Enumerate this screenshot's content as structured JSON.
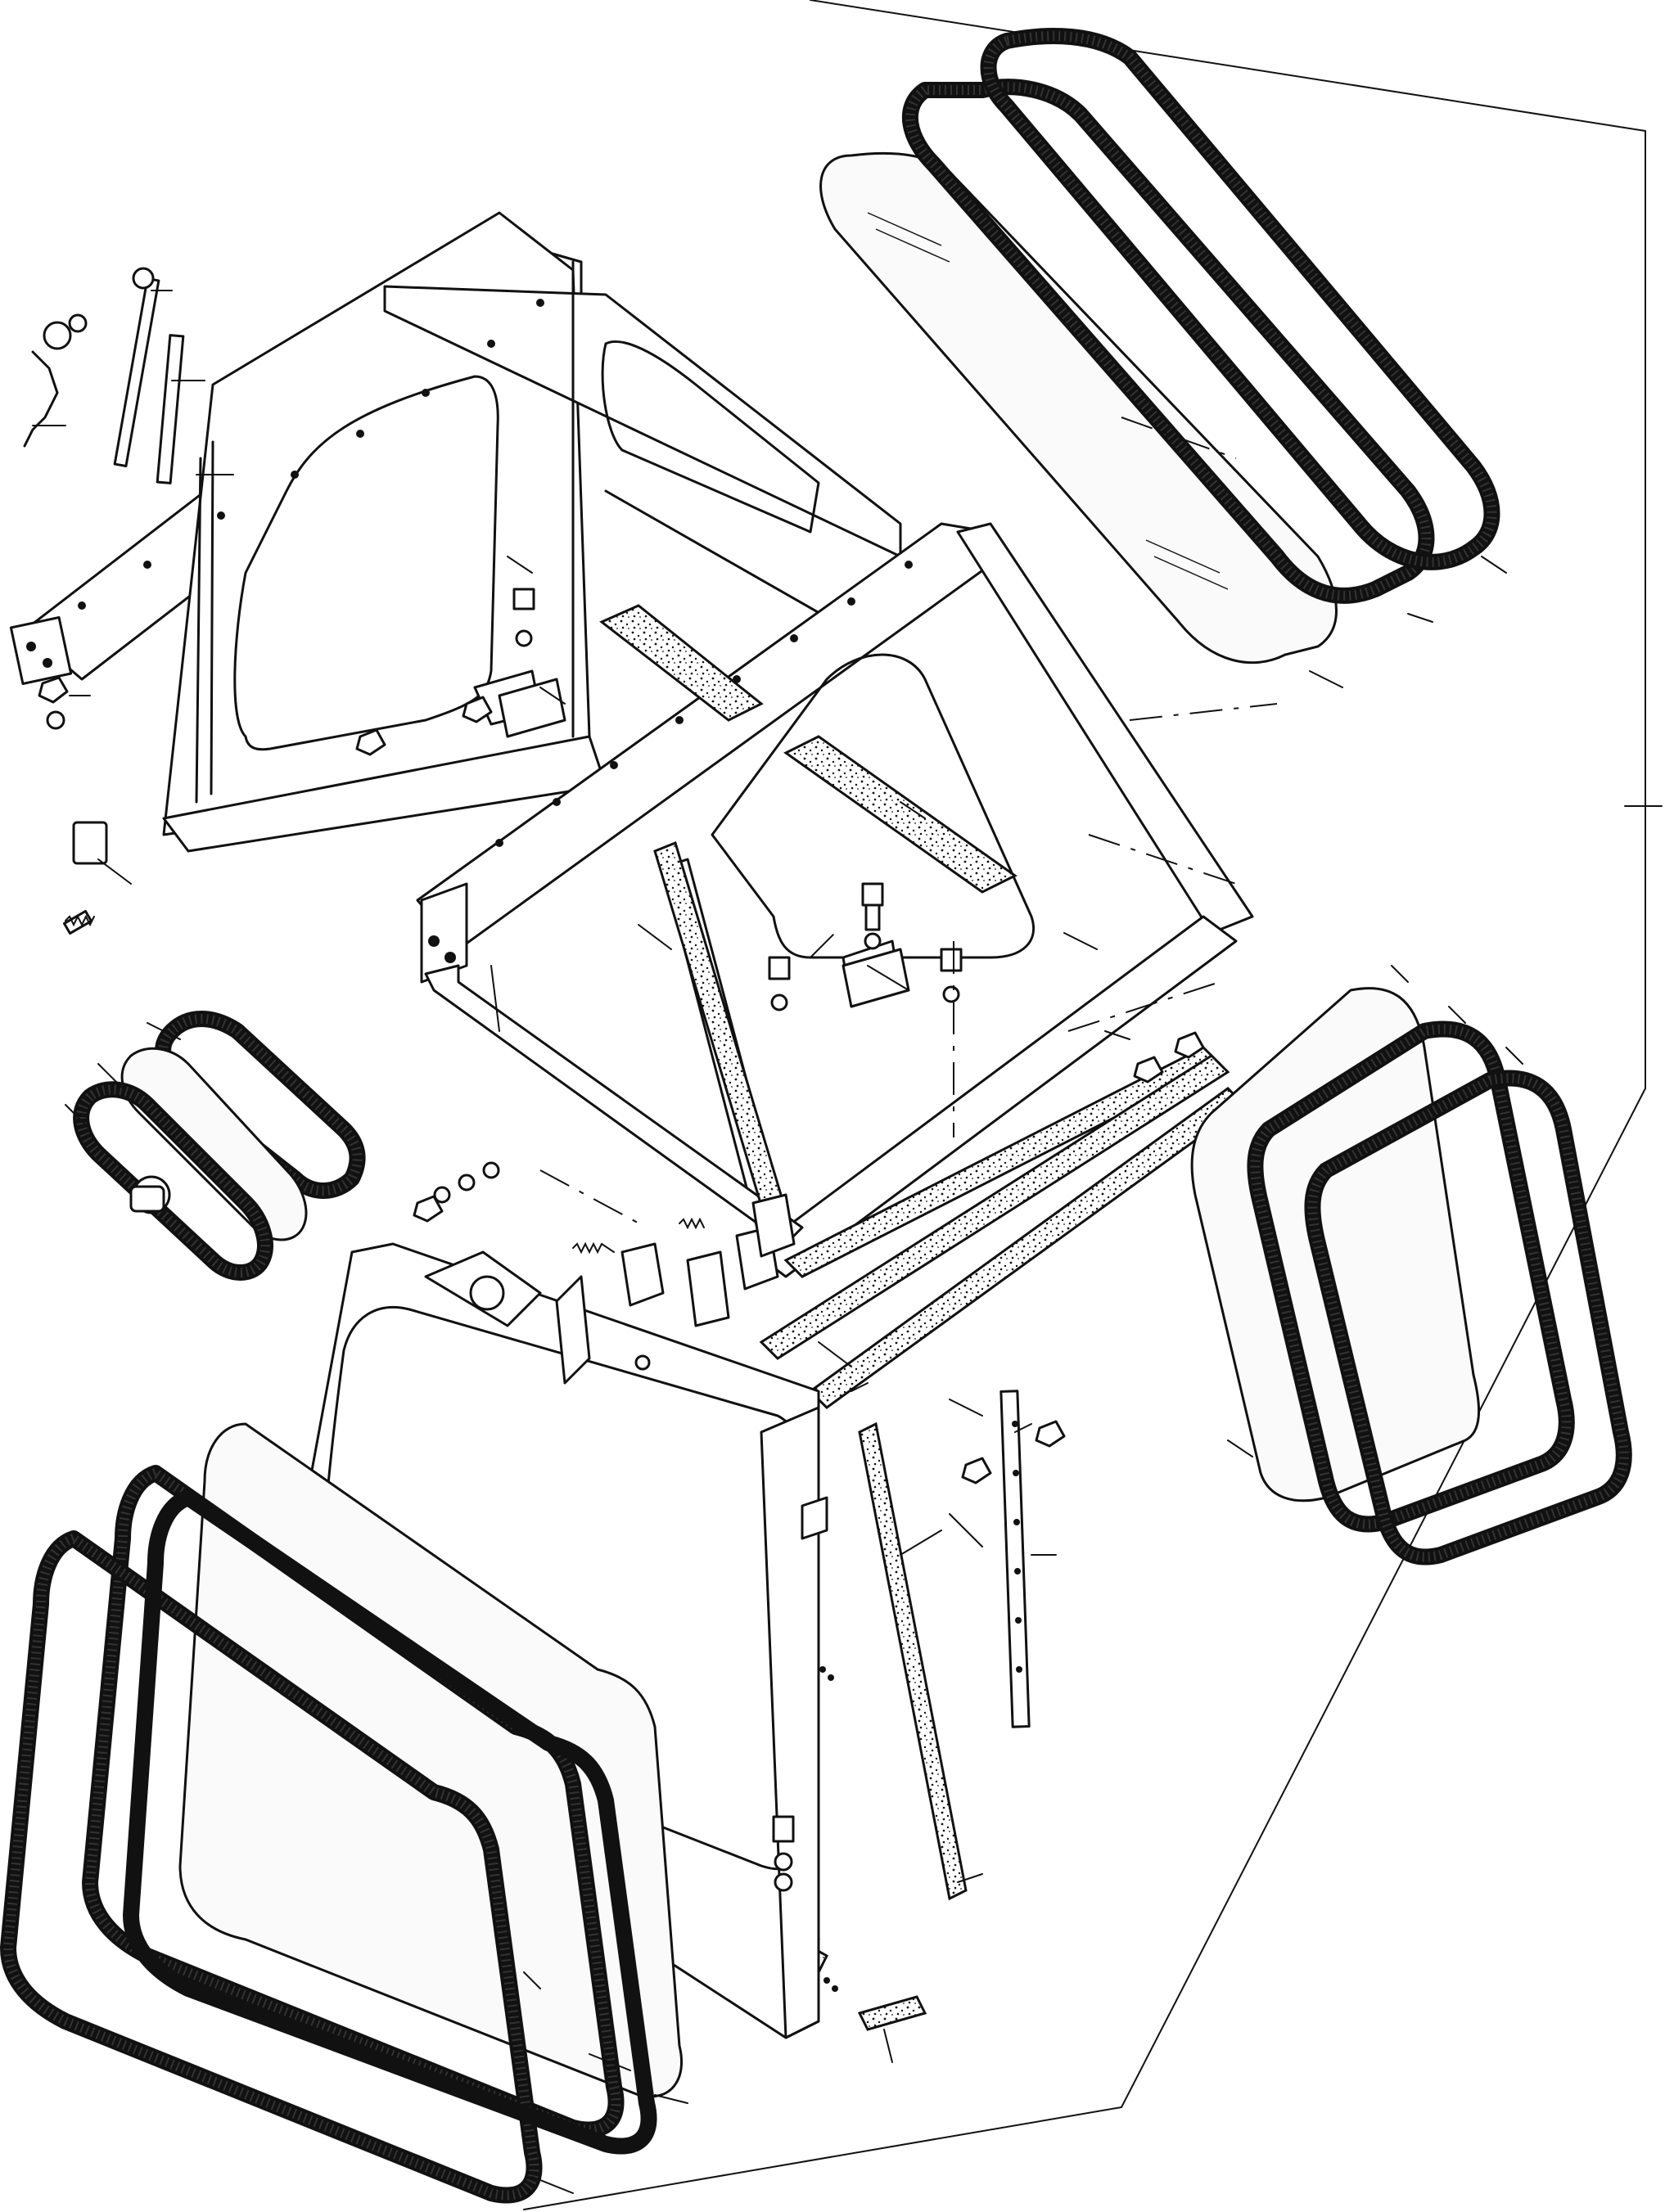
{
  "diagram": {
    "kind": "exploded-parts-drawing",
    "subject_icon": "cab-frame-assembly-icon",
    "line_color": "#111111",
    "background": "#ffffff",
    "part_groups": [
      "rear-frame",
      "front-frame",
      "roof-glass-set",
      "right-side-glass-set",
      "left-small-glass-set",
      "front-panel",
      "front-glass-set",
      "wiper-assembly",
      "fasteners",
      "foam-strips",
      "hinge-brackets"
    ]
  }
}
